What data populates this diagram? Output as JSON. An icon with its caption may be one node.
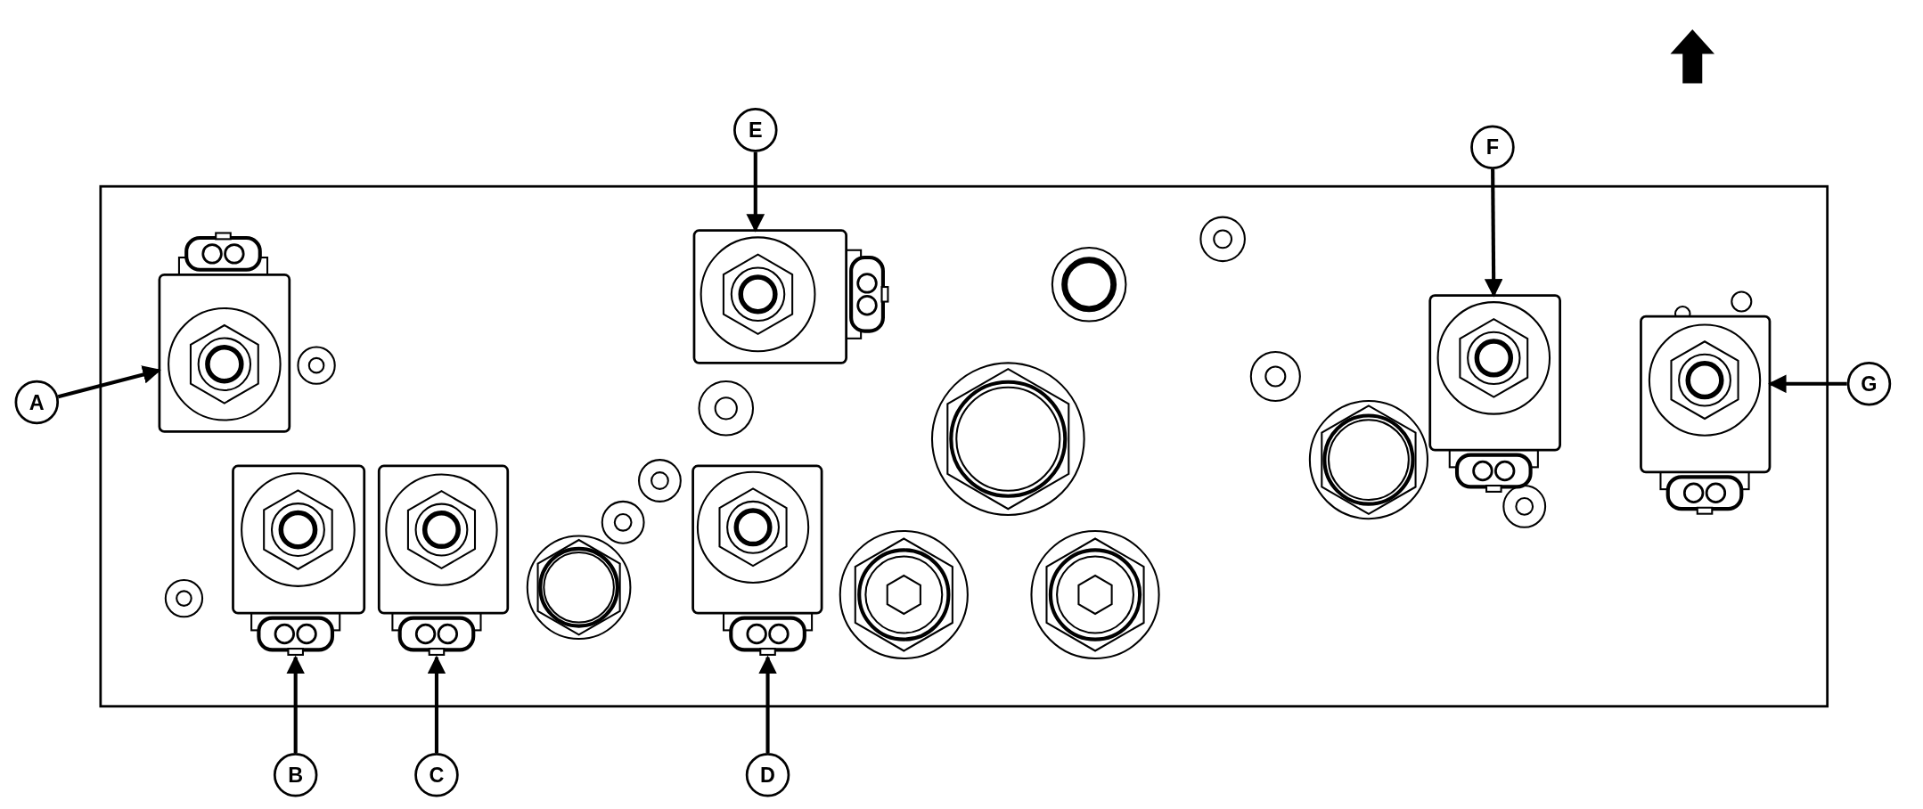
{
  "diagram": {
    "nodes": [
      {
        "text": [
          "A"
        ]
      },
      {
        "text": [
          "B"
        ]
      },
      {
        "text": [
          "C"
        ]
      },
      {
        "text": [
          "D"
        ]
      },
      {
        "text": [
          "E"
        ]
      },
      {
        "text": [
          "F"
        ]
      },
      {
        "text": [
          "G"
        ]
      },
      {
        "text": [],
        "shape": "picture"
      },
      {
        "text": [],
        "shape": "picture"
      },
      {
        "text": [],
        "shape": "picture"
      },
      {
        "text": [],
        "shape": "picture"
      },
      {
        "text": [],
        "shape": "picture"
      },
      {
        "text": [],
        "shape": "picture"
      },
      {
        "text": [],
        "shape": "picture"
      }
    ],
    "edges": [
      {
        "from": 0,
        "to": 7,
        "arrow": "to"
      },
      {
        "from": 1,
        "to": 8,
        "arrow": "to"
      },
      {
        "from": 2,
        "to": 9,
        "arrow": "to"
      },
      {
        "from": 3,
        "to": 10,
        "arrow": "to"
      },
      {
        "from": 4,
        "to": 11,
        "arrow": "to"
      },
      {
        "from": 5,
        "to": 12,
        "arrow": "to"
      },
      {
        "from": 6,
        "to": 13,
        "arrow": "to"
      }
    ]
  }
}
